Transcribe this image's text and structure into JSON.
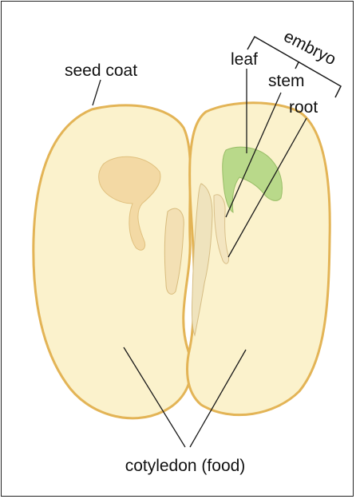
{
  "labels": {
    "seed_coat": "seed coat",
    "leaf": "leaf",
    "stem": "stem",
    "root": "root",
    "embryo": "embryo",
    "cotyledon": "cotyledon (food)"
  },
  "colors": {
    "seed_fill": "#fbf2cc",
    "seed_outline": "#e3b456",
    "leaf_green": "#b9d98a",
    "embryo_tan": "#f3d9a4",
    "line": "#1a1a1a",
    "text": "#111111"
  }
}
